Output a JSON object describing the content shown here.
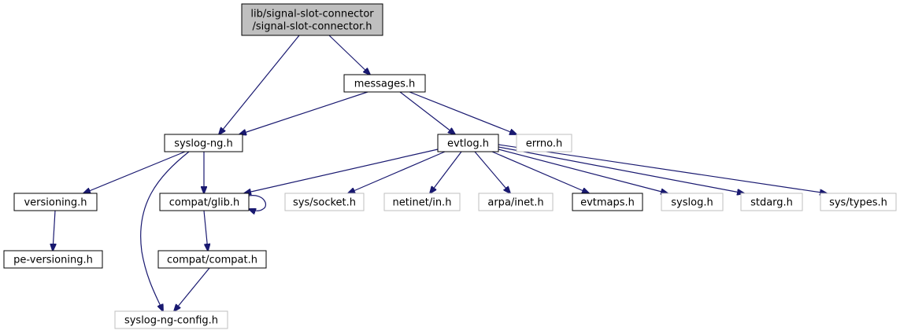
{
  "diagram": {
    "type": "include-dependency-graph",
    "colors": {
      "edge": "#191970",
      "root_fill": "#bfbfbf",
      "box_border": "#000000",
      "external_border": "#bfbfbf",
      "text": "#000000"
    },
    "nodes": [
      {
        "id": "root",
        "lines": [
          "lib/signal-slot-connector",
          "/signal-slot-connector.h"
        ],
        "kind": "root"
      },
      {
        "id": "messages",
        "lines": [
          "messages.h"
        ],
        "kind": "documented"
      },
      {
        "id": "syslogng",
        "lines": [
          "syslog-ng.h"
        ],
        "kind": "documented"
      },
      {
        "id": "evtlog",
        "lines": [
          "evtlog.h"
        ],
        "kind": "documented"
      },
      {
        "id": "errno",
        "lines": [
          "errno.h"
        ],
        "kind": "external"
      },
      {
        "id": "versioning",
        "lines": [
          "versioning.h"
        ],
        "kind": "documented"
      },
      {
        "id": "glib",
        "lines": [
          "compat/glib.h"
        ],
        "kind": "documented"
      },
      {
        "id": "syssocket",
        "lines": [
          "sys/socket.h"
        ],
        "kind": "external"
      },
      {
        "id": "netinet",
        "lines": [
          "netinet/in.h"
        ],
        "kind": "external"
      },
      {
        "id": "arpa",
        "lines": [
          "arpa/inet.h"
        ],
        "kind": "external"
      },
      {
        "id": "evtmaps",
        "lines": [
          "evtmaps.h"
        ],
        "kind": "documented"
      },
      {
        "id": "syslogh",
        "lines": [
          "syslog.h"
        ],
        "kind": "external"
      },
      {
        "id": "stdarg",
        "lines": [
          "stdarg.h"
        ],
        "kind": "external"
      },
      {
        "id": "systypes",
        "lines": [
          "sys/types.h"
        ],
        "kind": "external"
      },
      {
        "id": "peversioning",
        "lines": [
          "pe-versioning.h"
        ],
        "kind": "documented"
      },
      {
        "id": "compat",
        "lines": [
          "compat/compat.h"
        ],
        "kind": "documented"
      },
      {
        "id": "config",
        "lines": [
          "syslog-ng-config.h"
        ],
        "kind": "external"
      }
    ],
    "edges": [
      [
        "root",
        "syslogng"
      ],
      [
        "root",
        "messages"
      ],
      [
        "messages",
        "syslogng"
      ],
      [
        "messages",
        "evtlog"
      ],
      [
        "messages",
        "errno"
      ],
      [
        "syslogng",
        "versioning"
      ],
      [
        "syslogng",
        "glib"
      ],
      [
        "syslogng",
        "config"
      ],
      [
        "evtlog",
        "glib"
      ],
      [
        "evtlog",
        "syssocket"
      ],
      [
        "evtlog",
        "netinet"
      ],
      [
        "evtlog",
        "arpa"
      ],
      [
        "evtlog",
        "evtmaps"
      ],
      [
        "evtlog",
        "syslogh"
      ],
      [
        "evtlog",
        "stdarg"
      ],
      [
        "evtlog",
        "systypes"
      ],
      [
        "glib",
        "glib"
      ],
      [
        "glib",
        "compat"
      ],
      [
        "versioning",
        "peversioning"
      ],
      [
        "compat",
        "config"
      ]
    ]
  }
}
